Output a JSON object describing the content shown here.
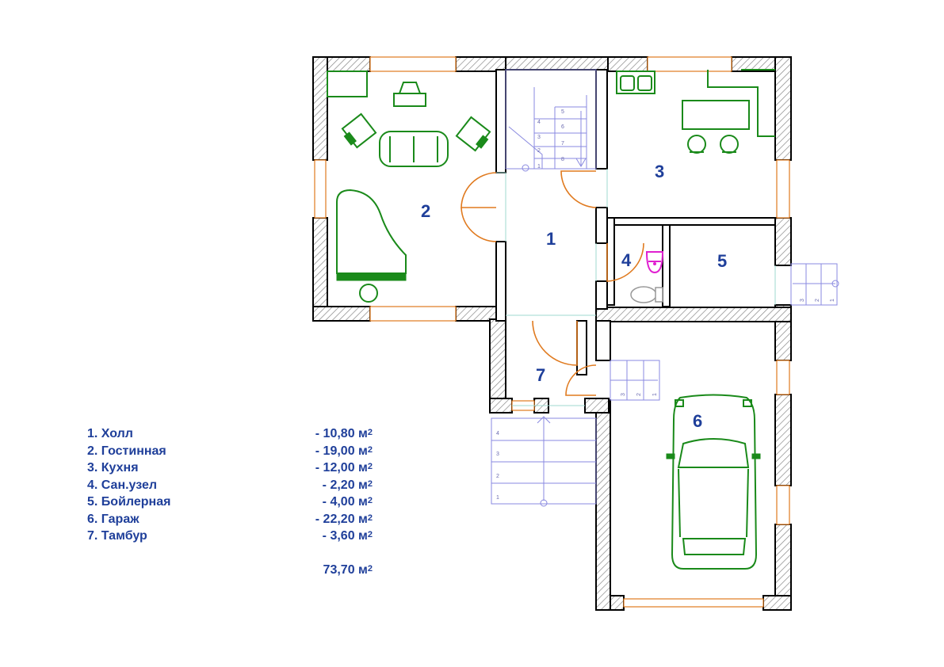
{
  "rooms": [
    {
      "num": "1"
    },
    {
      "num": "2"
    },
    {
      "num": "3"
    },
    {
      "num": "4"
    },
    {
      "num": "5"
    },
    {
      "num": "6"
    },
    {
      "num": "7"
    }
  ],
  "legend": {
    "items": [
      {
        "name": "1. Холл",
        "value": "-  10,80 м",
        "unit_sup": "2"
      },
      {
        "name": "2. Гостинная",
        "value": "-  19,00 м",
        "unit_sup": "2"
      },
      {
        "name": "3. Кухня",
        "value": "-  12,00 м",
        "unit_sup": "2"
      },
      {
        "name": "4. Сан.узел",
        "value": "-    2,20 м",
        "unit_sup": "2"
      },
      {
        "name": "5. Бойлерная",
        "value": "-    4,00 м",
        "unit_sup": "2"
      },
      {
        "name": "6. Гараж",
        "value": "-  22,20 м",
        "unit_sup": "2"
      },
      {
        "name": "7. Тамбур",
        "value": "-    3,60 м",
        "unit_sup": "2"
      }
    ],
    "total": "73,70 м",
    "total_sup": "2"
  },
  "stairs": {
    "interior_left": [
      "1",
      "2",
      "3",
      "4"
    ],
    "interior_right": [
      "5",
      "6",
      "7",
      "8"
    ],
    "entry": [
      "1",
      "2",
      "3",
      "4"
    ],
    "garage_side": [
      "1",
      "2",
      "3"
    ],
    "boiler_side": [
      "1",
      "2",
      "3"
    ]
  },
  "colors": {
    "walls": "#000000",
    "windows_doors": "#e07a1f",
    "furniture": "#1a8a1a",
    "stairs": "#8a8ae0",
    "labels": "#1f3f9a",
    "sink": "#e020d0"
  },
  "icons": [
    "armchair-icon",
    "sofa-icon",
    "piano-icon",
    "tv-icon",
    "stove-icon",
    "dining-table-icon",
    "chair-icon",
    "sink-icon",
    "toilet-icon",
    "car-icon",
    "stool-icon"
  ]
}
